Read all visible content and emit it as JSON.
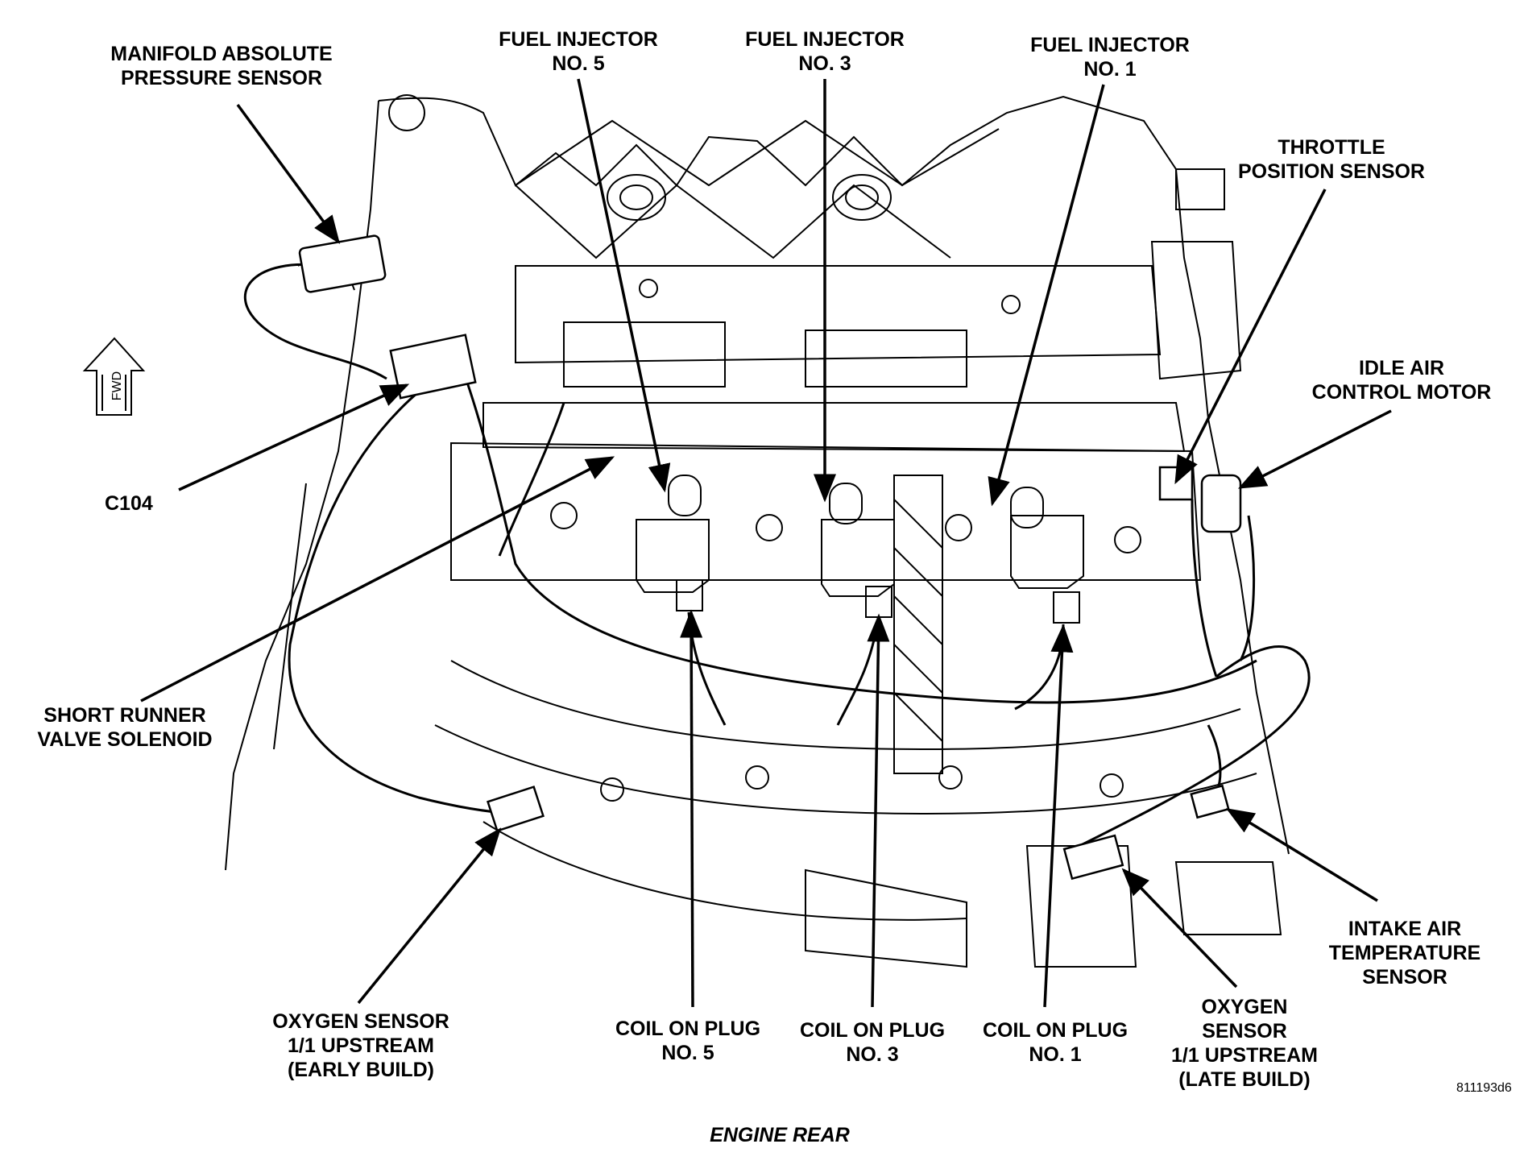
{
  "diagram": {
    "caption": "ENGINE REAR",
    "figure_id": "811193d6",
    "fwd_label": "FWD",
    "line_color": "#000000",
    "background": "#ffffff",
    "labels": {
      "map_sensor": [
        "MANIFOLD ABSOLUTE",
        "PRESSURE SENSOR"
      ],
      "fuel_injector_5": [
        "FUEL INJECTOR",
        "NO. 5"
      ],
      "fuel_injector_3": [
        "FUEL INJECTOR",
        "NO. 3"
      ],
      "fuel_injector_1": [
        "FUEL INJECTOR",
        "NO. 1"
      ],
      "throttle_position_sensor": [
        "THROTTLE",
        "POSITION SENSOR"
      ],
      "idle_air_control_motor": [
        "IDLE AIR",
        "CONTROL MOTOR"
      ],
      "c104": [
        "C104"
      ],
      "short_runner_valve_solenoid": [
        "SHORT RUNNER",
        "VALVE SOLENOID"
      ],
      "oxygen_sensor_early": [
        "OXYGEN SENSOR",
        "1/1 UPSTREAM",
        "(EARLY BUILD)"
      ],
      "coil_on_plug_5": [
        "COIL ON PLUG",
        "NO. 5"
      ],
      "coil_on_plug_3": [
        "COIL ON PLUG",
        "NO. 3"
      ],
      "coil_on_plug_1": [
        "COIL ON PLUG",
        "NO. 1"
      ],
      "oxygen_sensor_late": [
        "OXYGEN",
        "SENSOR",
        "1/1 UPSTREAM",
        "(LATE BUILD)"
      ],
      "intake_air_temperature_sensor": [
        "INTAKE AIR",
        "TEMPERATURE",
        "SENSOR"
      ]
    }
  }
}
